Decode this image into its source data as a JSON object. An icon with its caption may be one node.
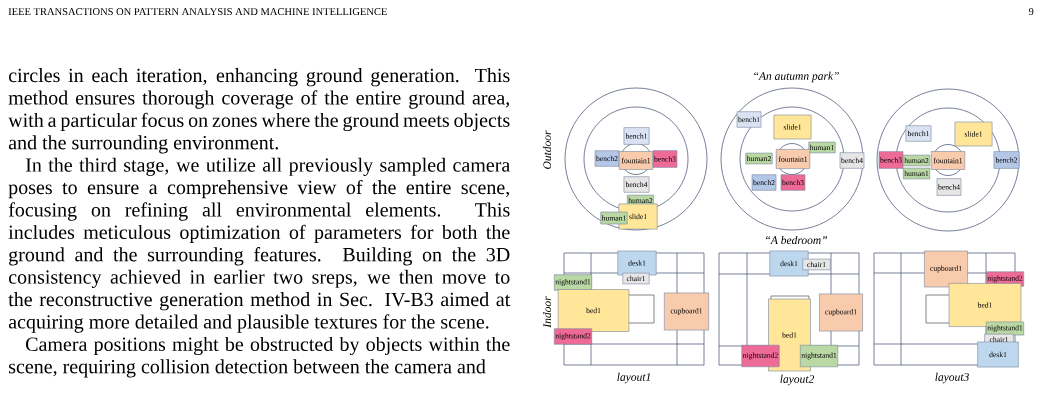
{
  "diagram": {
    "nodes": [
      {
        "text": [
          "bench1"
        ]
      },
      {
        "text": [
          "bench2"
        ]
      },
      {
        "text": [
          "fountain1"
        ]
      },
      {
        "text": [
          "bench3"
        ]
      },
      {
        "text": [
          "bench4"
        ]
      },
      {
        "text": [
          "human2"
        ]
      },
      {
        "text": [
          "slide1"
        ]
      },
      {
        "text": [
          "human1"
        ]
      },
      {
        "text": [
          "bench1"
        ]
      },
      {
        "text": [
          "slide1"
        ]
      },
      {
        "text": [
          "human1"
        ]
      },
      {
        "text": [
          "human2"
        ]
      },
      {
        "text": [
          "fountain1"
        ]
      },
      {
        "text": [
          "bench4"
        ]
      },
      {
        "text": [
          "bench2"
        ]
      },
      {
        "text": [
          "bench3"
        ]
      },
      {
        "text": [
          "slide1"
        ]
      },
      {
        "text": [
          "bench1"
        ]
      },
      {
        "text": [
          "bench3"
        ]
      },
      {
        "text": [
          "fountain1"
        ]
      },
      {
        "text": [
          "bench2"
        ]
      },
      {
        "text": [
          "human2"
        ]
      },
      {
        "text": [
          "human1"
        ]
      },
      {
        "text": [
          "bench4"
        ]
      },
      {
        "text": [
          "desk1"
        ]
      },
      {
        "text": [
          "chair1"
        ]
      },
      {
        "text": [
          "nightstand1"
        ]
      },
      {
        "text": [
          "bed1"
        ]
      },
      {
        "text": [
          "cupboard1"
        ]
      },
      {
        "text": [
          "nightstand2"
        ]
      },
      {
        "text": [
          "desk1"
        ]
      },
      {
        "text": [
          "chair1"
        ]
      },
      {
        "text": [
          "cupboard1"
        ]
      },
      {
        "text": [
          "bed1"
        ]
      },
      {
        "text": [
          "nightstand2"
        ]
      },
      {
        "text": [
          "nightstand1"
        ]
      },
      {
        "text": [
          "cupboard1"
        ]
      },
      {
        "text": [
          "nightstand2"
        ]
      },
      {
        "text": [
          "bed1"
        ]
      },
      {
        "text": [
          "nightstand1"
        ]
      },
      {
        "text": [
          "chair1"
        ]
      },
      {
        "text": [
          "desk1"
        ]
      }
    ],
    "labels": [
      "IEEE TRANSACTIONS ON PATTERN ANALYSIS AND MACHINE INTELLIGENCE",
      "9",
      "circles in each iteration, enhancing ground generation. This method ensures thorough coverage of the entire ground area, with a particular focus on zones where the ground meets objects and the surrounding environment.",
      "In the third stage, we utilize all previously sampled camera poses to ensure a comprehensive view of the entire scene, focusing on refining all environmental elements. This includes meticulous optimization of parameters for both the ground and the surrounding features. Building on the 3D consistency achieved in earlier two sreps, we then move to the reconstructive generation method in Sec. IV-B3 aimed at acquiring more detailed and plausible textures for the scene.",
      "Camera positions might be obstructed by objects within the scene, requiring collision detection between the camera and",
      "“An autumn park”",
      "Outdoor",
      "“A bedroom”",
      "Indoor",
      "layout1",
      "layout2",
      "layout3"
    ]
  }
}
